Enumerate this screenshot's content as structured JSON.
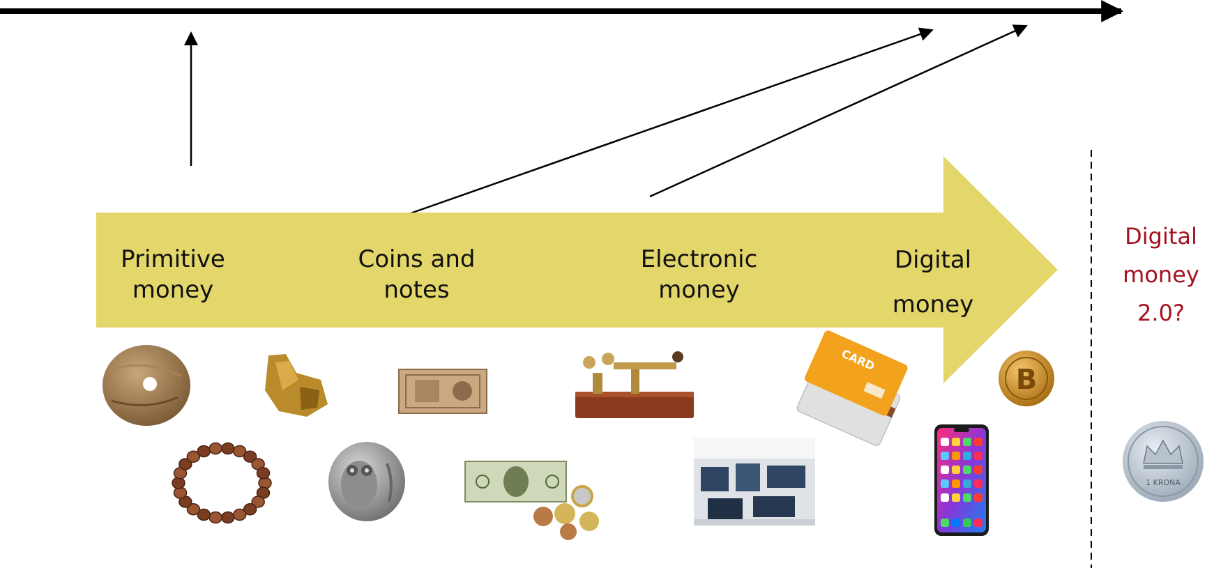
{
  "stages": [
    {
      "line1": "Primitive",
      "line2": "money"
    },
    {
      "line1": "Coins and",
      "line2": "notes"
    },
    {
      "line1": "Electronic",
      "line2": "money"
    },
    {
      "line1": "Digital",
      "line2": "money"
    }
  ],
  "future": {
    "line1": "Digital",
    "line2": "money",
    "line3": "2.0?"
  },
  "coin_text": "1 KRONA",
  "card_text": "CARD",
  "colors": {
    "band": "#e3d66a",
    "future_text": "#a3121f",
    "arrow": "#000000",
    "divider": "#000000"
  },
  "icons": [
    "stone-money-icon",
    "gold-nugget-icon",
    "bead-necklace-icon",
    "owl-coin-icon",
    "old-banknote-icon",
    "dollar-bill-coins-icon",
    "telegraph-key-icon",
    "mainframe-room-icon",
    "credit-card-icon",
    "smartphone-icon",
    "bitcoin-icon",
    "krona-coin-icon"
  ]
}
